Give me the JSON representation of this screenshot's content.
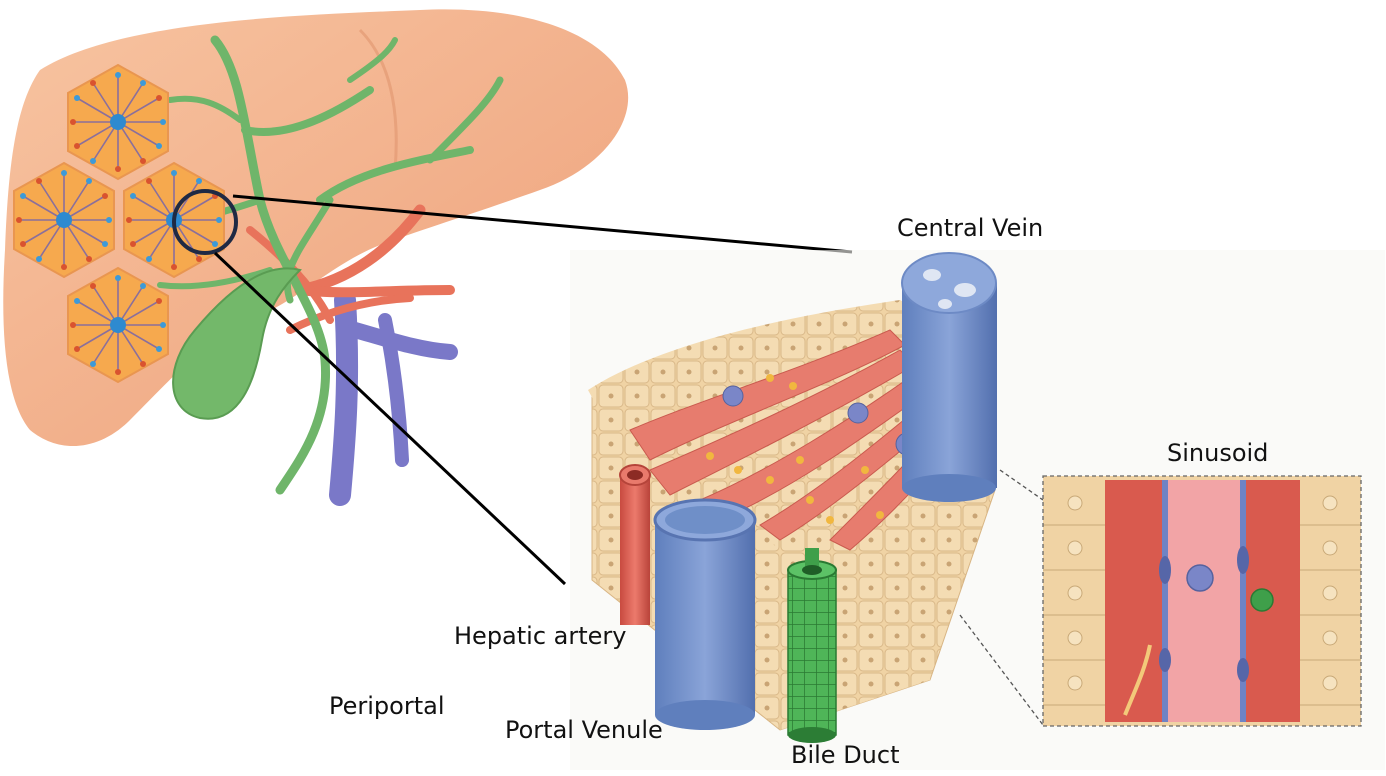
{
  "labels": {
    "central_vein": "Central Vein",
    "sinusoid": "Sinusoid",
    "hepatic_artery": "Hepatic artery",
    "periportal": "Periportal",
    "portal_venule": "Portal Venule",
    "bile_duct": "Bile Duct"
  },
  "colors": {
    "liver": "#f3b389",
    "liver_shadow": "#e7956a",
    "lobule": "#f6a94e",
    "bile": "#6fb56a",
    "artery": "#e8735b",
    "vein": "#7a78c8",
    "hepatocyte": "#f0d3a4",
    "sinusoid_red": "#d85a50",
    "portal_blue": "#6f8fc8",
    "duct_green": "#3f9f4a"
  },
  "icons": [
    "liver-organ",
    "hepatic-lobule-hexagon",
    "gallbladder",
    "magnifier-circle",
    "lobule-3d-block",
    "sinusoid-inset"
  ]
}
